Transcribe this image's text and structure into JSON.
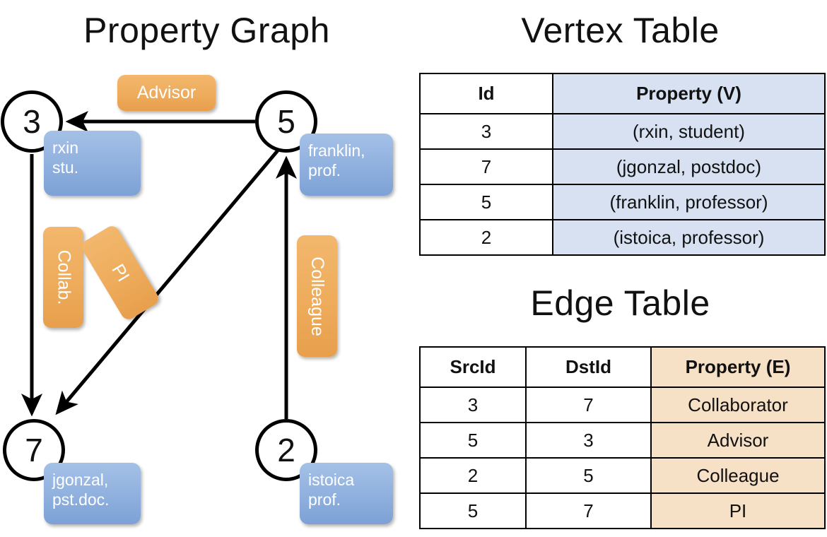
{
  "titles": {
    "graph": "Property Graph",
    "vertex_table": "Vertex Table",
    "edge_table": "Edge Table"
  },
  "graph": {
    "nodes": [
      {
        "id": "3",
        "property_lines": [
          "rxin",
          "stu."
        ]
      },
      {
        "id": "5",
        "property_lines": [
          "franklin,",
          "prof."
        ]
      },
      {
        "id": "7",
        "property_lines": [
          "jgonzal,",
          "pst.doc."
        ]
      },
      {
        "id": "2",
        "property_lines": [
          "istoica",
          "prof."
        ]
      }
    ],
    "node_labels": {
      "n3": "3",
      "n5": "5",
      "n7": "7",
      "n2": "2"
    },
    "node_props": {
      "rxin_l1": "rxin",
      "rxin_l2": "stu.",
      "franklin_l1": "franklin,",
      "franklin_l2": "prof.",
      "jgonzal_l1": "jgonzal,",
      "jgonzal_l2": "pst.doc.",
      "istoica_l1": "istoica",
      "istoica_l2": "prof."
    },
    "edge_labels": {
      "advisor": "Advisor",
      "collab": "Collab.",
      "pi": "PI",
      "colleague": "Colleague"
    },
    "edges": [
      {
        "from": "5",
        "to": "3",
        "label": "Advisor"
      },
      {
        "from": "3",
        "to": "7",
        "label": "Collab."
      },
      {
        "from": "5",
        "to": "7",
        "label": "PI"
      },
      {
        "from": "2",
        "to": "5",
        "label": "Colleague"
      }
    ]
  },
  "vertex_table": {
    "headers": [
      "Id",
      "Property (V)"
    ],
    "rows": [
      [
        "3",
        "(rxin, student)"
      ],
      [
        "7",
        "(jgonzal, postdoc)"
      ],
      [
        "5",
        "(franklin, professor)"
      ],
      [
        "2",
        "(istoica, professor)"
      ]
    ]
  },
  "edge_table": {
    "headers": [
      "SrcId",
      "DstId",
      "Property (E)"
    ],
    "rows": [
      [
        "3",
        "7",
        "Collaborator"
      ],
      [
        "5",
        "3",
        "Advisor"
      ],
      [
        "2",
        "5",
        "Colleague"
      ],
      [
        "5",
        "7",
        "PI"
      ]
    ]
  },
  "colors": {
    "vertex_cell": "#d7e1f2",
    "edge_cell": "#f6e0c6",
    "node_box_blue": "#8fb0de",
    "edge_label_orange": "#eeac5c",
    "stroke": "#000000",
    "background": "#ffffff"
  }
}
